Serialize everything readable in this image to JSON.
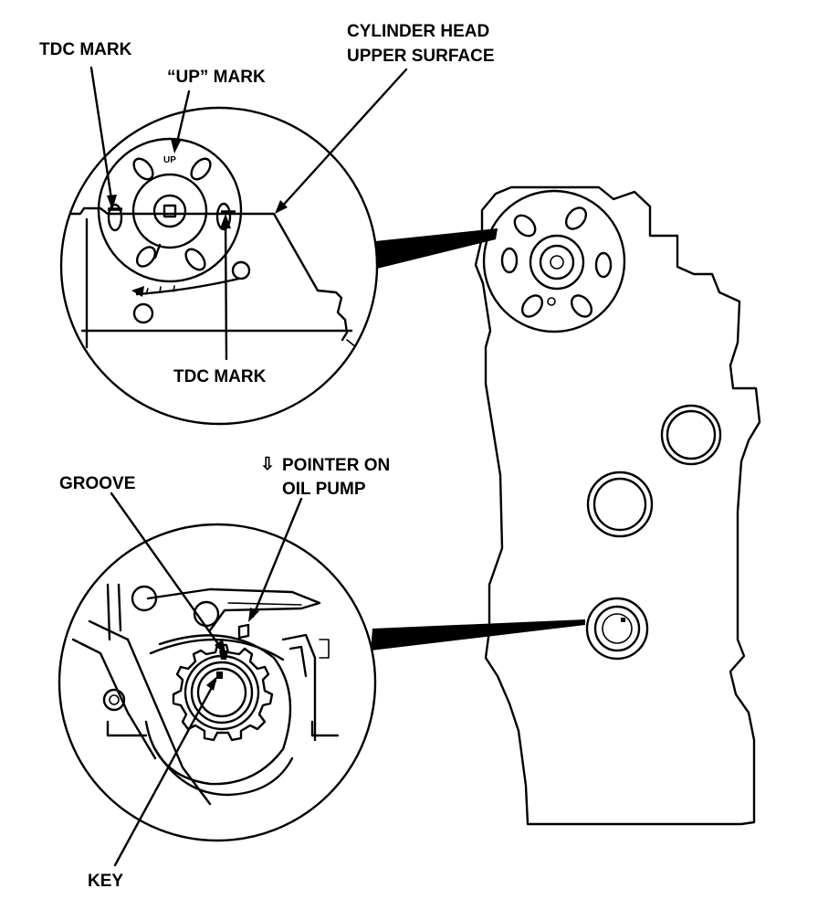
{
  "labels": {
    "tdc_mark_top": "TDC MARK",
    "up_mark": "“UP” MARK",
    "cylinder_head_line1": "CYLINDER HEAD",
    "cylinder_head_line2": "UPPER SURFACE",
    "tdc_mark_bottom": "TDC MARK",
    "up_text": "UP",
    "pointer_arrow": "⇩",
    "pointer_line1": "POINTER ON",
    "pointer_line2": "OIL PUMP",
    "groove": "GROOVE",
    "key": "KEY"
  }
}
